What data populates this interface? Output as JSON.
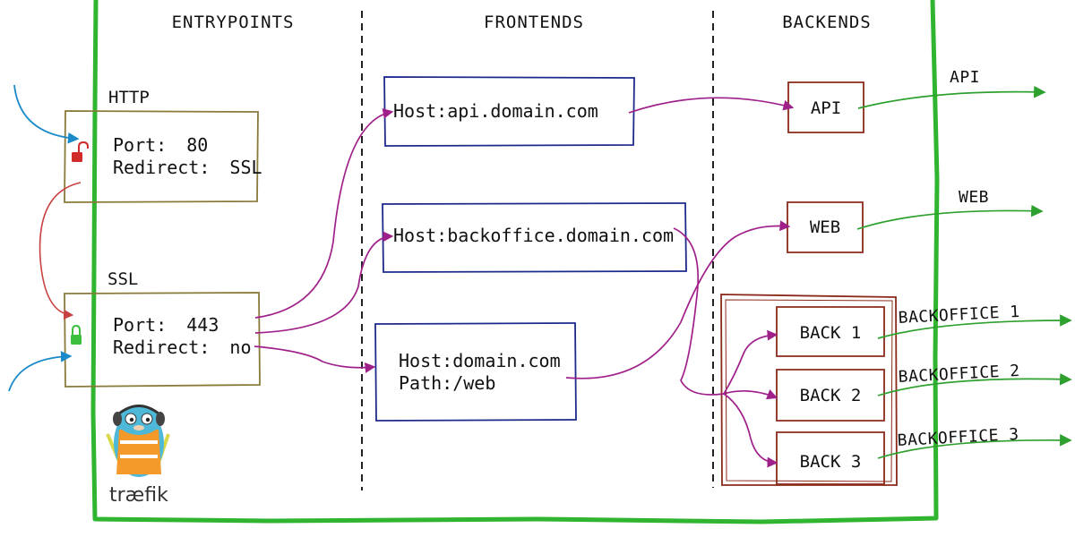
{
  "columns": {
    "entrypoints": "ENTRYPOINTS",
    "frontends": "FRONTENDS",
    "backends": "BACKENDS"
  },
  "entrypoints": {
    "http": {
      "title": "HTTP",
      "port_label": "Port:",
      "port_value": "80",
      "redirect_label": "Redirect:",
      "redirect_value": "SSL"
    },
    "ssl": {
      "title": "SSL",
      "port_label": "Port:",
      "port_value": "443",
      "redirect_label": "Redirect:",
      "redirect_value": "no"
    }
  },
  "frontends": {
    "api": "Host:api.domain.com",
    "backoffice": "Host:backoffice.domain.com",
    "web_host": "Host:domain.com",
    "web_path": "Path:/web"
  },
  "backends": {
    "api": "API",
    "web": "WEB",
    "back1": "BACK 1",
    "back2": "BACK 2",
    "back3": "BACK 3"
  },
  "outputs": {
    "api": "API",
    "web": "WEB",
    "backoffice1": "BACKOFFICE 1",
    "backoffice2": "BACKOFFICE 2",
    "backoffice3": "BACKOFFICE 3"
  },
  "logo": {
    "text": "træfik"
  },
  "colors": {
    "border_green": "#2fb52f",
    "entrypoint_box": "#8a7a3a",
    "frontend_box": "#1c2a8c",
    "backend_box": "#8b2a1a",
    "route_purple": "#a0208a",
    "output_green": "#2ea02e",
    "incoming_blue": "#1a8ac8",
    "redirect_red": "#c84040",
    "lock_open": "#d02a2a",
    "lock_closed": "#3cbf3c"
  }
}
